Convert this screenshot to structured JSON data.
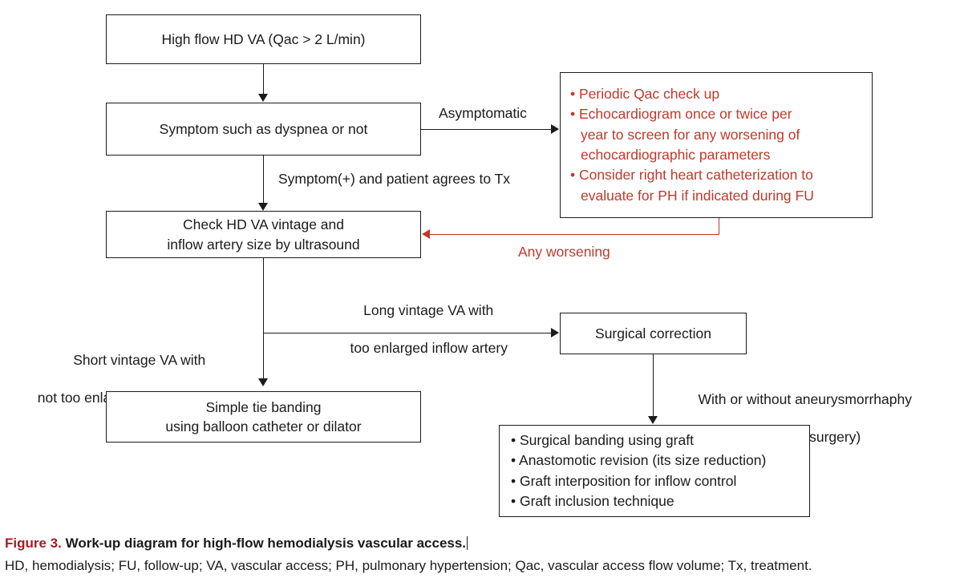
{
  "figure": {
    "number": "Figure 3.",
    "title": "Work-up diagram for high-flow hemodialysis vascular access.",
    "abbreviations": "HD, hemodialysis; FU, follow-up; VA, vascular access; PH, pulmonary hypertension; Qac, vascular access flow volume; Tx, treatment."
  },
  "colors": {
    "red_accent": "#c0392b",
    "caption_red": "#a61c26",
    "outline": "#1b1b1b",
    "background": "#ffffff"
  },
  "nodes": {
    "start": {
      "text": "High flow HD VA (Qac > 2 L/min)"
    },
    "symptom": {
      "text": "Symptom such as dyspnea or not"
    },
    "check_vintage": {
      "line1": "Check HD VA vintage and",
      "line2": "inflow artery size by ultrasound"
    },
    "asymptomatic_plan": {
      "items": [
        "• Periodic Qac check up",
        "• Echocardiogram once or twice per",
        "year to screen for any worsening of",
        "echocardiographic parameters",
        "• Consider right heart catheterization to",
        "evaluate for PH if indicated during FU"
      ],
      "indented": [
        false,
        false,
        true,
        true,
        false,
        true
      ]
    },
    "surgical_correction": {
      "text": "Surgical correction"
    },
    "simple_tie_banding": {
      "line1": "Simple tie banding",
      "line2": "using balloon catheter or dilator"
    },
    "surgical_options": {
      "items": [
        "• Surgical banding using graft",
        "• Anastomotic revision (its size reduction)",
        "• Graft interposition for inflow control",
        "• Graft inclusion technique"
      ]
    }
  },
  "edge_labels": {
    "asymptomatic": "Asymptomatic",
    "symptom_positive": "Symptom(+) and patient agrees to Tx",
    "any_worsening": "Any worsening",
    "long_vintage_l1": "Long vintage VA with",
    "long_vintage_l2": "too enlarged inflow artery",
    "short_vintage_l1": "Short vintage VA with",
    "short_vintage_l2": "not too enlarged inflow artery yet",
    "aneurysmorrhaphy_l1": "With or without aneurysmorrhaphy",
    "aneurysmorrhaphy_l2": "(plication surgery)"
  }
}
